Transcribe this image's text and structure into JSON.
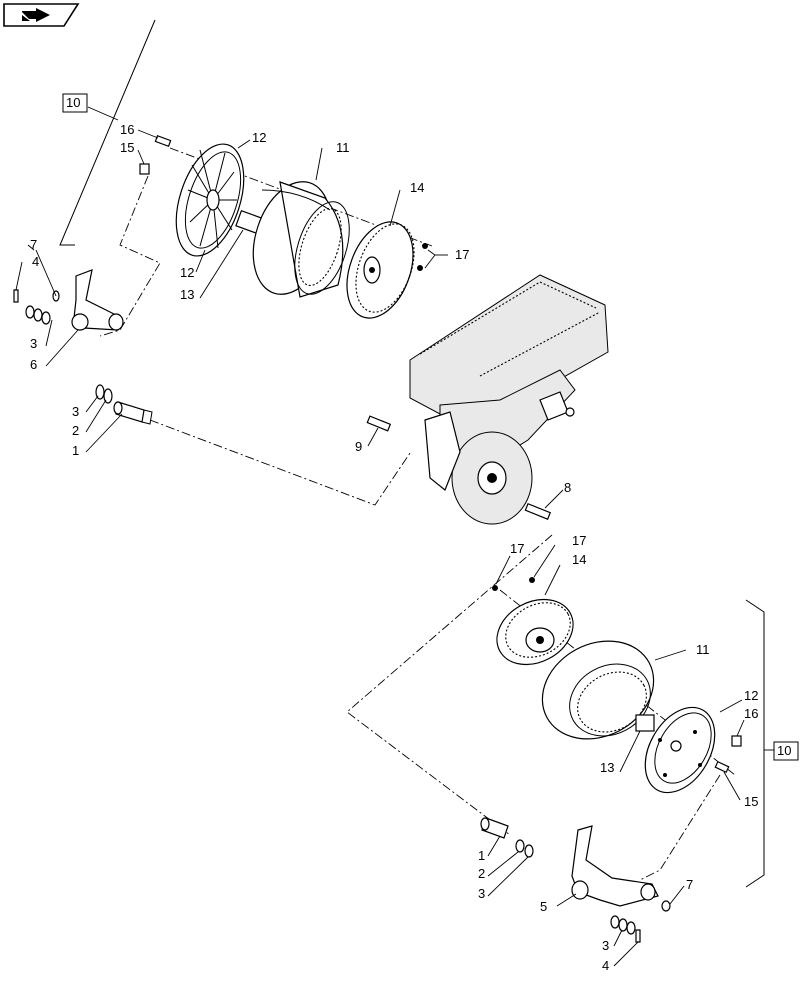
{
  "nav": {
    "icon": "next-page-arrow-icon"
  },
  "labels": {
    "l1a": "1",
    "l2a": "2",
    "l3a": "3",
    "l3b": "3",
    "l4a": "4",
    "l6": "6",
    "l7a": "7",
    "l9": "9",
    "l10a": "10",
    "l11a": "11",
    "l12a": "12",
    "l12b": "12",
    "l13a": "13",
    "l14a": "14",
    "l15a": "15",
    "l16a": "16",
    "l17a": "17",
    "l8": "8",
    "l17b": "17",
    "l17c": "17",
    "l14b": "14",
    "l11b": "11",
    "l12c": "12",
    "l16b": "16",
    "l10b": "10",
    "l13b": "13",
    "l15b": "15",
    "l1b": "1",
    "l2b": "2",
    "l3c": "3",
    "l5": "5",
    "l7b": "7",
    "l3d": "3",
    "l4b": "4"
  }
}
